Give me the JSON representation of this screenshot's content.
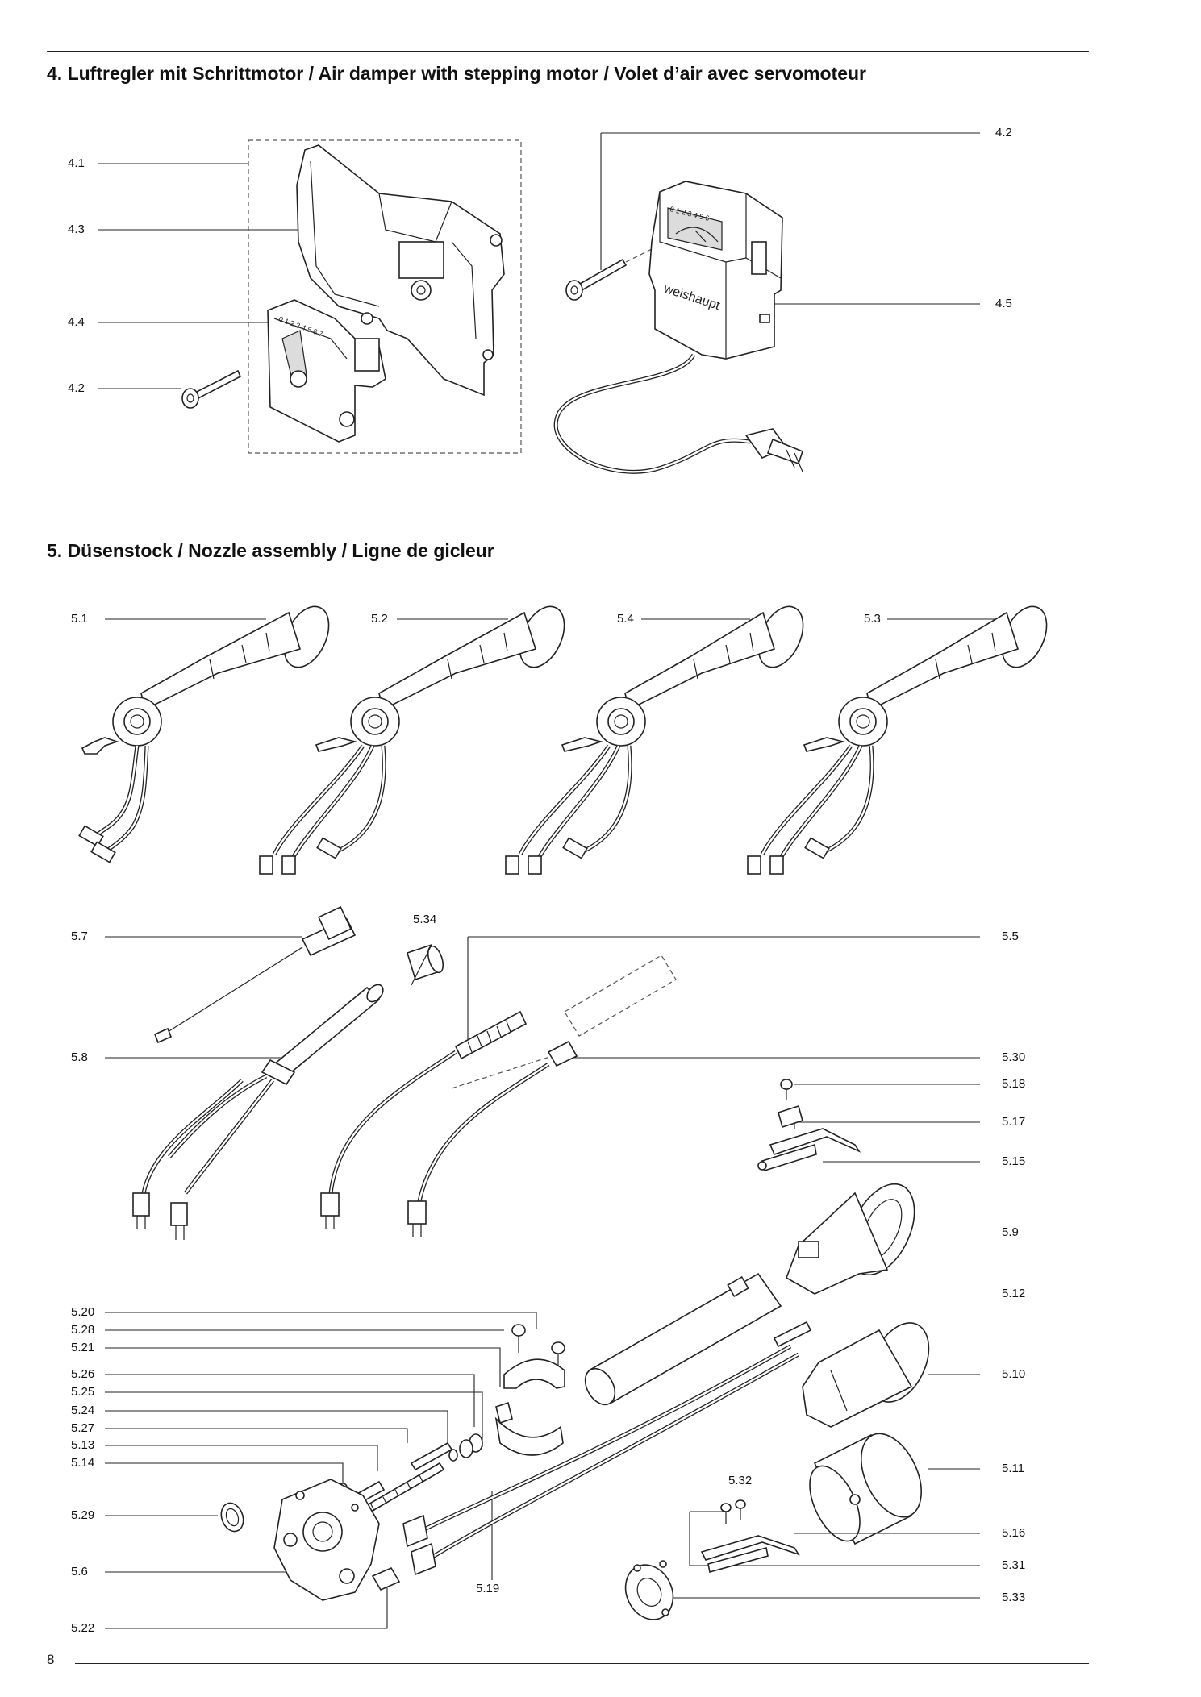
{
  "page_number": "8",
  "sections": [
    {
      "heading": "4. Luftregler mit Schrittmotor / Air damper with stepping motor / Volet d’air avec servomoteur"
    },
    {
      "heading": "5. Düsenstock / Nozzle assembly / Ligne de gicleur"
    }
  ],
  "labels": {
    "s4_l1": "4.1",
    "s4_l3": "4.3",
    "s4_l4": "4.4",
    "s4_l2": "4.2",
    "s4_r2": "4.2",
    "s4_r5": "4.5",
    "s5_top1": "5.1",
    "s5_top2": "5.2",
    "s5_top4": "5.4",
    "s5_top3": "5.3",
    "s5_7": "5.7",
    "s5_34": "5.34",
    "s5_5": "5.5",
    "s5_8": "5.8",
    "s5_30": "5.30",
    "s5_18": "5.18",
    "s5_17": "5.17",
    "s5_15": "5.15",
    "s5_9": "5.9",
    "s5_12": "5.12",
    "s5_20": "5.20",
    "s5_28": "5.28",
    "s5_21": "5.21",
    "s5_26": "5.26",
    "s5_25": "5.25",
    "s5_24": "5.24",
    "s5_27": "5.27",
    "s5_13": "5.13",
    "s5_14": "5.14",
    "s5_29": "5.29",
    "s5_6": "5.6",
    "s5_22": "5.22",
    "s5_19": "5.19",
    "s5_32": "5.32",
    "s5_10": "5.10",
    "s5_11": "5.11",
    "s5_16": "5.16",
    "s5_31": "5.31",
    "s5_33": "5.33"
  },
  "product_marking": "weishaupt",
  "scale_digits": "0 1 2 3 4 5 6"
}
